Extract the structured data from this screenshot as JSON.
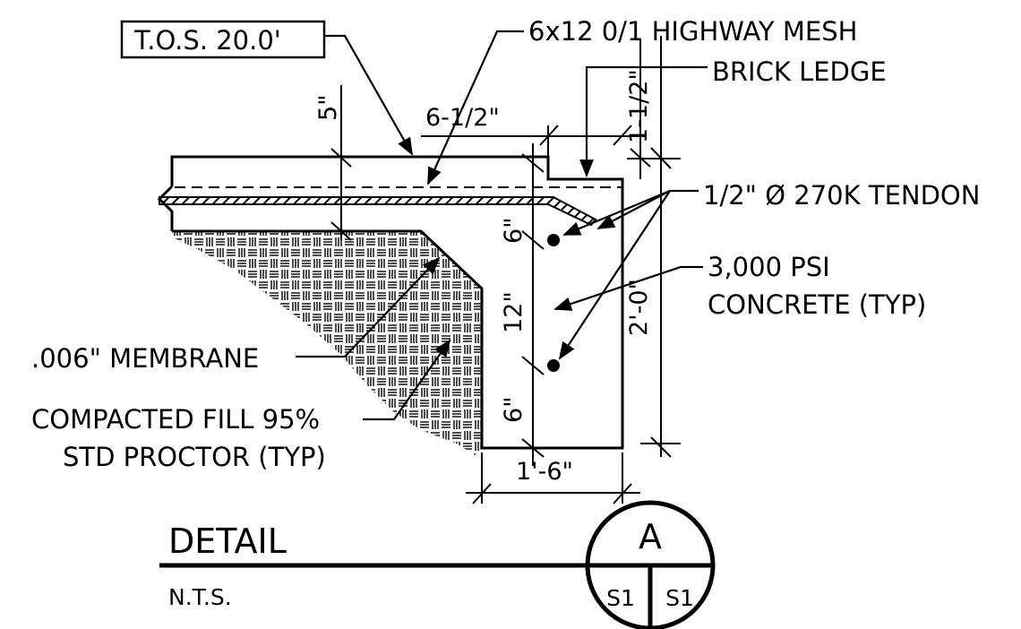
{
  "drawing": {
    "labels": {
      "tos": "T.O.S. 20.0'",
      "mesh": "6x12 0/1 HIGHWAY MESH",
      "brick_ledge": "BRICK LEDGE",
      "tendon": "1/2\" Ø 270K TENDON",
      "concrete_line1": "3,000 PSI",
      "concrete_line2": "CONCRETE (TYP)",
      "membrane": ".006\" MEMBRANE",
      "fill_line1": "COMPACTED FILL 95%",
      "fill_line2": "STD PROCTOR (TYP)"
    },
    "dimensions": {
      "slab": "5\"",
      "ledge_depth": "6-1/2\"",
      "ledge_height": "1-1/2\"",
      "beam_top": "6\"",
      "beam_mid": "12\"",
      "beam_bottom": "6\"",
      "beam_total": "2'-0\"",
      "beam_width": "1'-6\""
    },
    "title_block": {
      "title": "DETAIL",
      "scale": "N.T.S.",
      "detail_id": "A",
      "sheet_left": "S1",
      "sheet_right": "S1"
    }
  }
}
